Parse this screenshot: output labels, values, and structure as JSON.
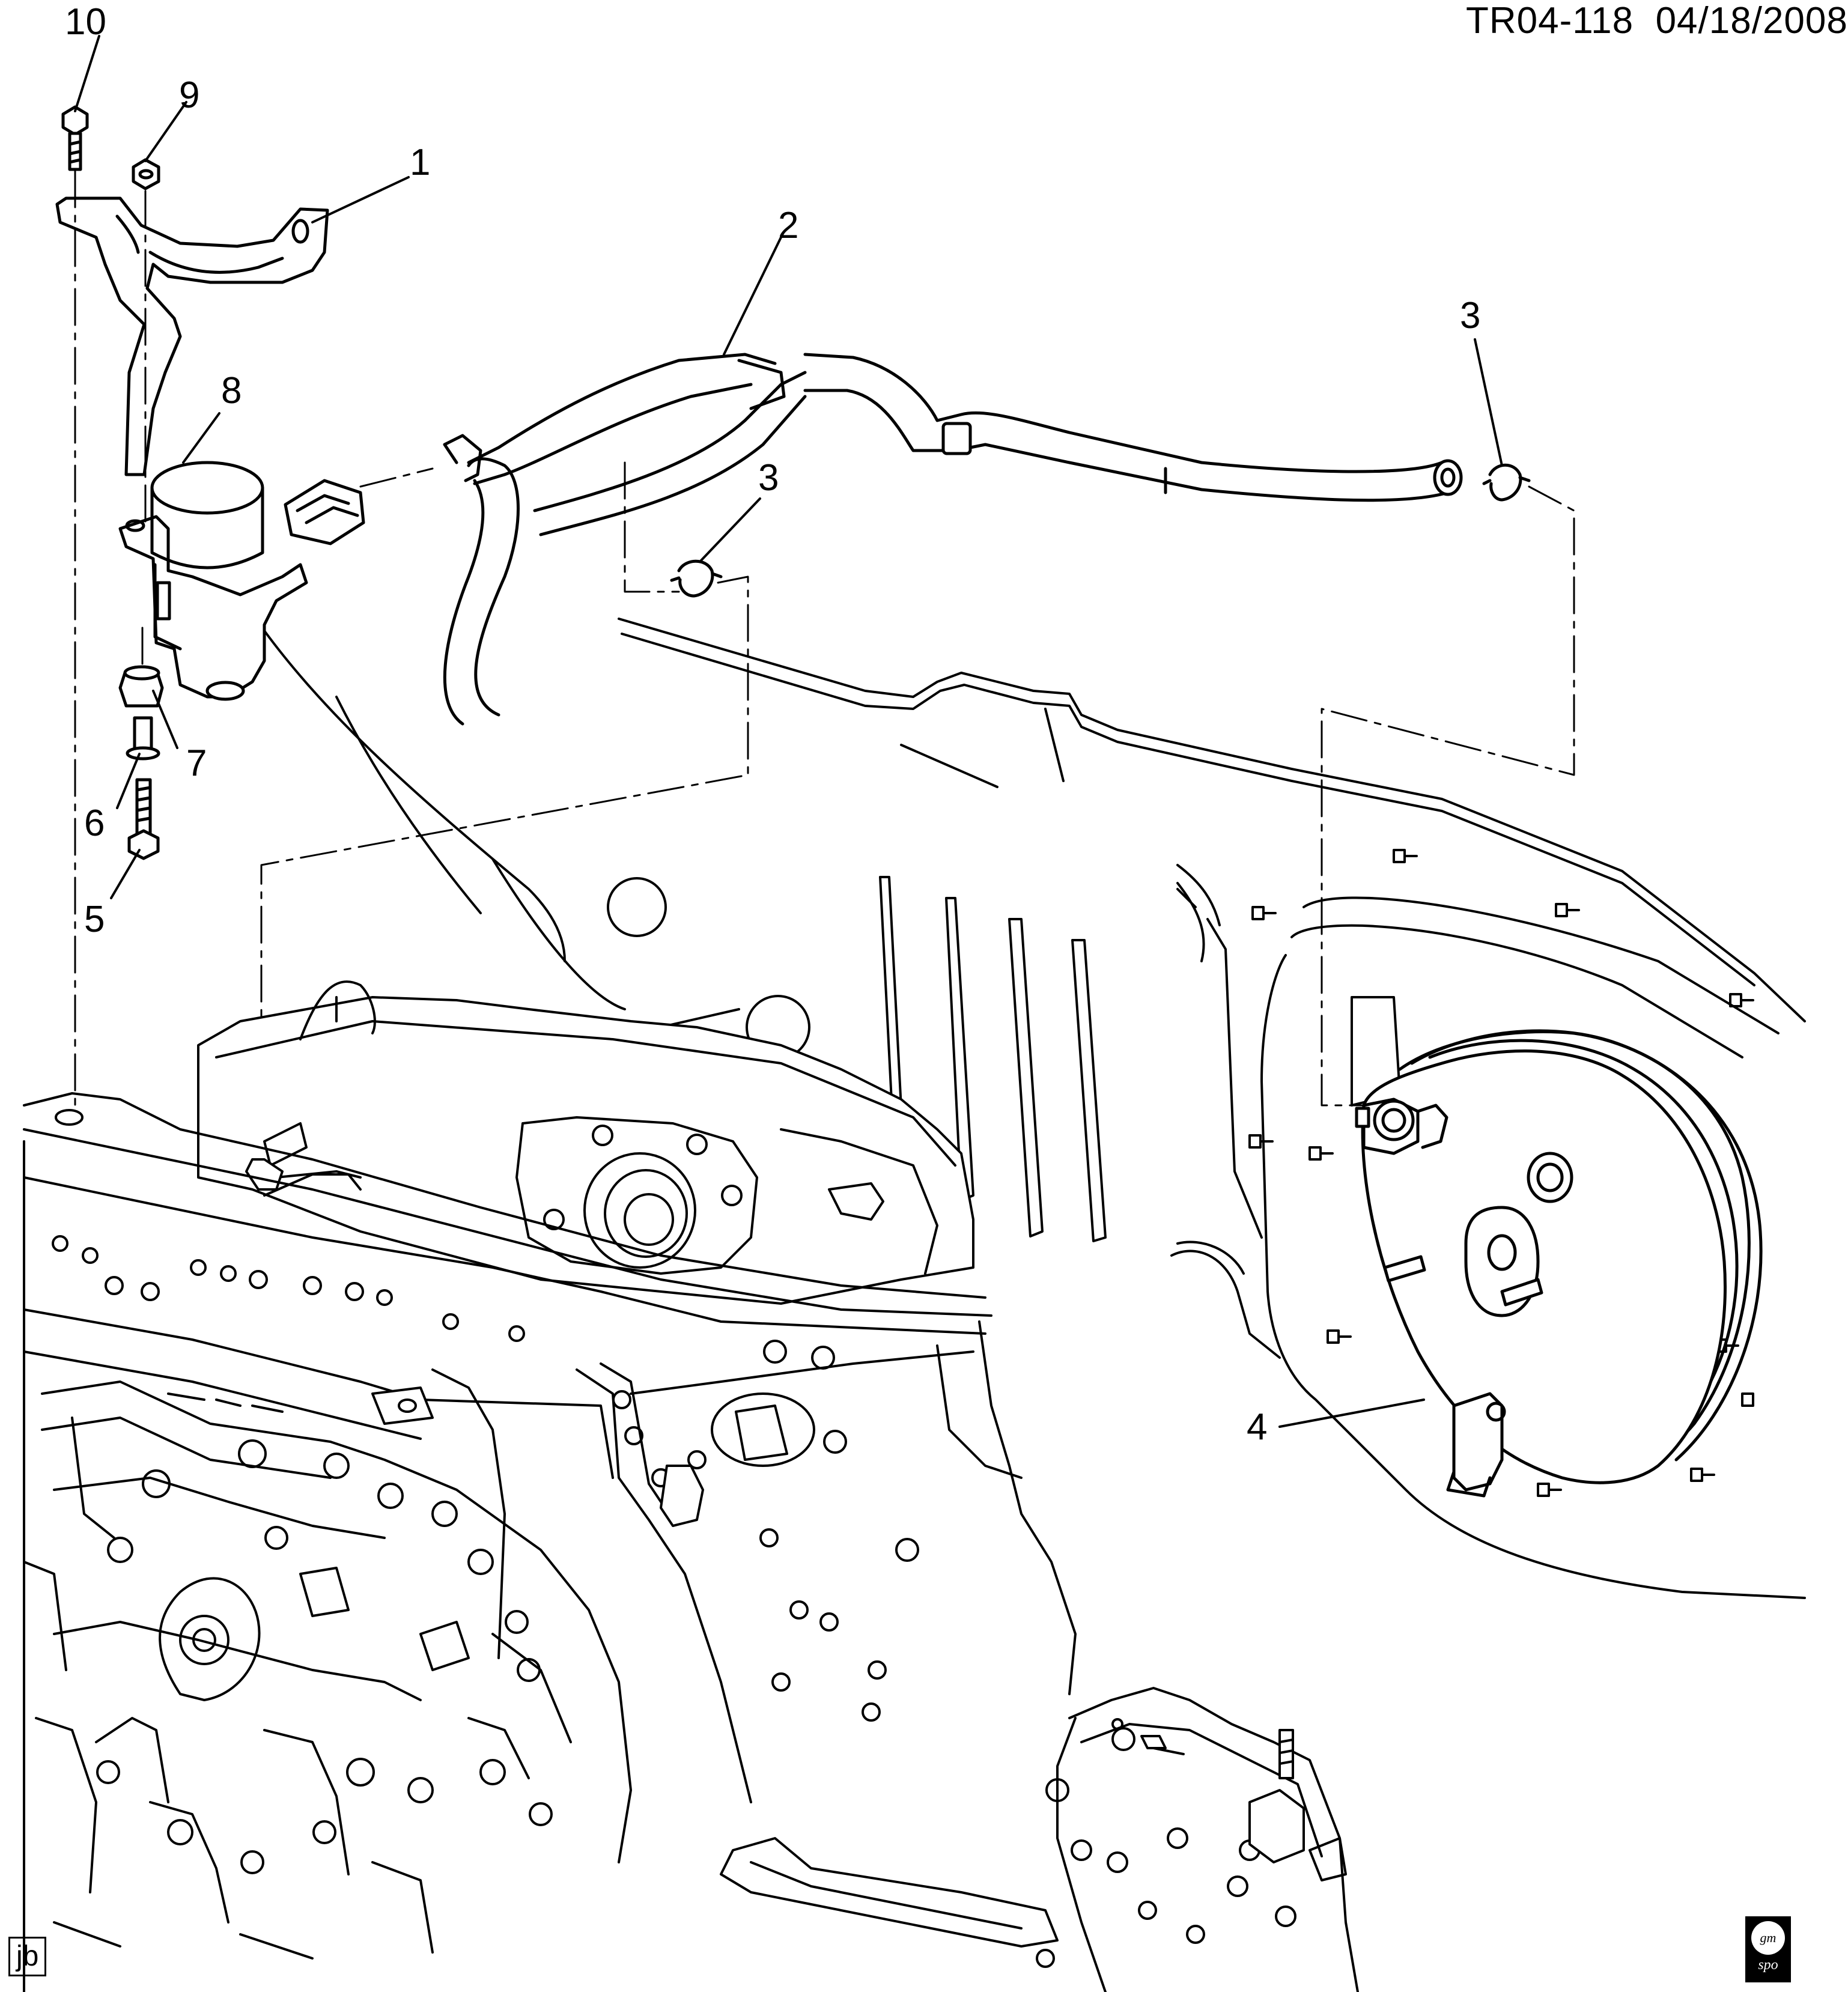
{
  "header": {
    "doc_id": "TR04-118",
    "date": "04/18/2008"
  },
  "callouts": [
    {
      "id": "label-1",
      "text": "1"
    },
    {
      "id": "label-2",
      "text": "2"
    },
    {
      "id": "label-3a",
      "text": "3"
    },
    {
      "id": "label-3b",
      "text": "3"
    },
    {
      "id": "label-4",
      "text": "4"
    },
    {
      "id": "label-5",
      "text": "5"
    },
    {
      "id": "label-6",
      "text": "6"
    },
    {
      "id": "label-7",
      "text": "7"
    },
    {
      "id": "label-8",
      "text": "8"
    },
    {
      "id": "label-9",
      "text": "9"
    },
    {
      "id": "label-10",
      "text": "10"
    }
  ],
  "footer": {
    "artist_initials": "jb",
    "logo_top": "gm",
    "logo_bottom": "spo"
  }
}
